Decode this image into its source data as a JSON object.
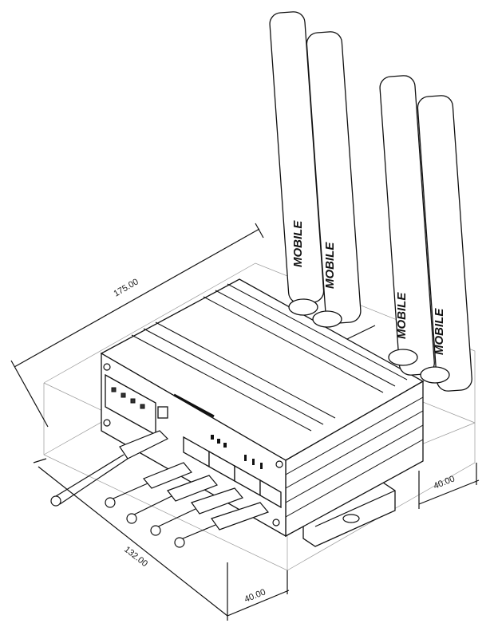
{
  "dimensions": {
    "length": "175.00",
    "width": "132.00",
    "height_right": "40.00",
    "height_bottom": "40.00"
  },
  "antennas": [
    {
      "label": "MOBILE"
    },
    {
      "label": "MOBILE"
    },
    {
      "label": "MOBILE"
    },
    {
      "label": "MOBILE"
    }
  ]
}
